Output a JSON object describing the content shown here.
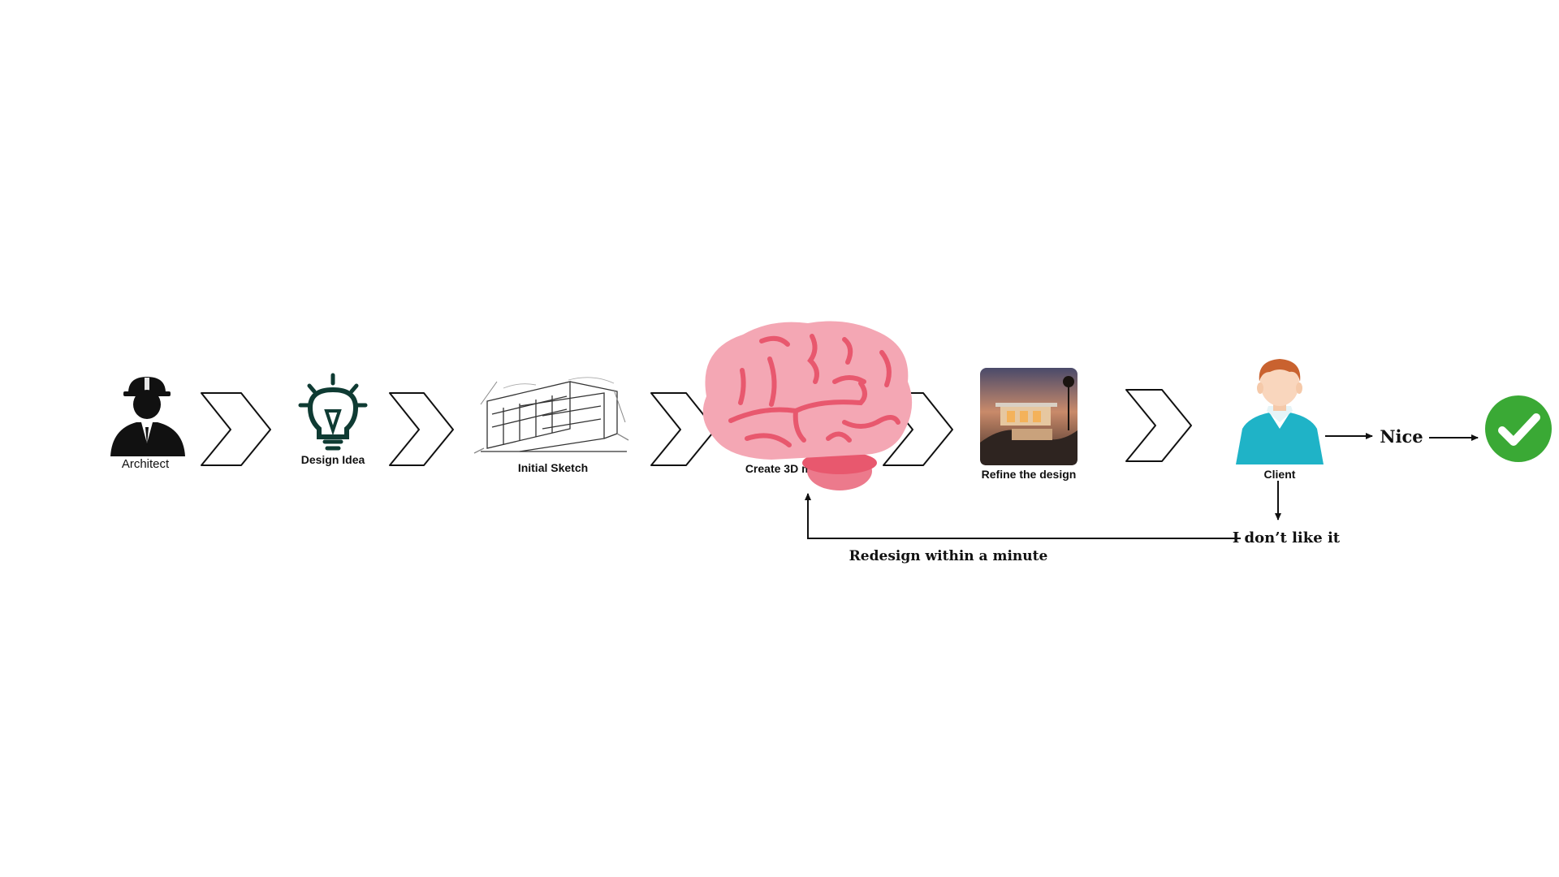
{
  "steps": {
    "architect": "Architect",
    "design_idea": "Design Idea",
    "initial_sketch": "Initial Sketch",
    "create_3d": "Create 3D model with",
    "refine": "Refine the design",
    "client": "Client"
  },
  "outcomes": {
    "nice": "Nice",
    "dislike": "I don’t like it",
    "redesign": "Redesign  within a minute"
  },
  "icons": {
    "architect": "architect-silhouette-icon",
    "design_idea": "lightbulb-icon",
    "initial_sketch": "building-sketch-icon",
    "brain": "brain-icon",
    "refine": "rendered-house-photo",
    "client": "client-avatar-icon",
    "success": "check-circle-icon"
  },
  "colors": {
    "bulb": "#0f3b33",
    "brain": "#f4a7b4",
    "brain_folds": "#e8586e",
    "cerebellum": "#e8586e",
    "client_shirt": "#1fb3c7",
    "client_hair": "#c9622f",
    "check": "#3aa935"
  }
}
